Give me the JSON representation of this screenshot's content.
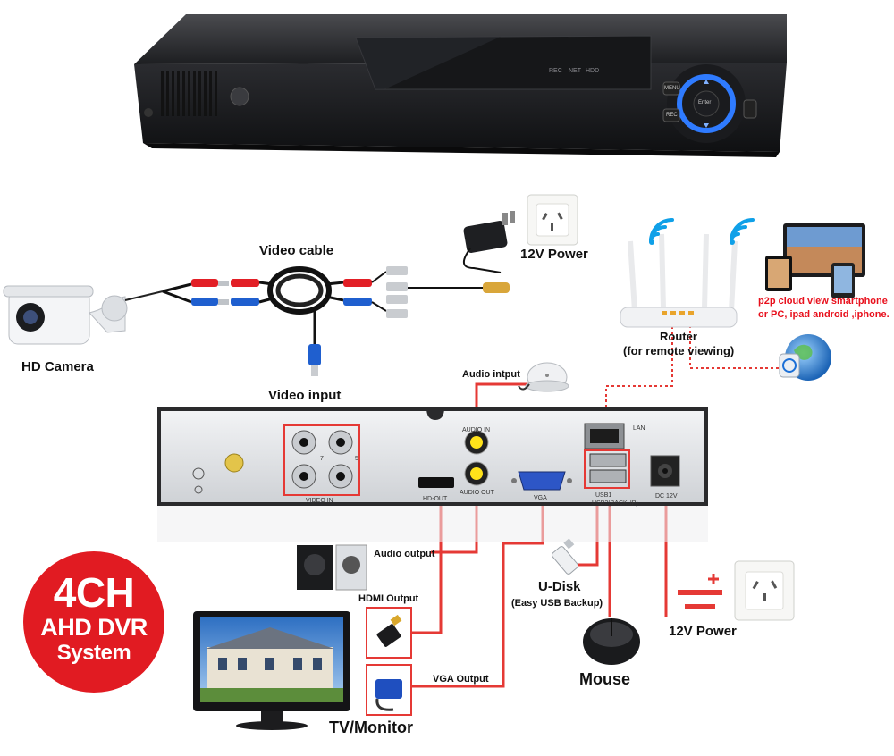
{
  "labels": {
    "hd_camera": "HD Camera",
    "video_cable": "Video cable",
    "video_input": "Video input",
    "power_top": "12V Power",
    "router": "Router",
    "router_sub": "(for remote viewing)",
    "p2p_line1": "p2p cloud  view smartphone",
    "p2p_line2": "or PC, ipad android ,iphone.",
    "audio_input": "Audio intput",
    "audio_output": "Audio output",
    "hdmi_output": "HDMI Output",
    "vga_output": "VGA Output",
    "udisk": "U-Disk",
    "udisk_sub": "(Easy USB Backup)",
    "mouse": "Mouse",
    "power_bottom": "12V Power",
    "tv_monitor": "TV/Monitor"
  },
  "badge": {
    "line1": "4CH",
    "line2": "AHD DVR",
    "line3": "System",
    "color": "#e11b22"
  },
  "dvr_front": {
    "indicators": [
      "REC",
      "NET",
      "HDD"
    ],
    "buttons": [
      "MENU",
      "REC"
    ],
    "center_button": "Enter"
  },
  "dvr_rear": {
    "video_in": "VIDEO IN",
    "hd_out": "HD-OUT",
    "audio_in": "AUDIO IN",
    "audio_out": "AUDIO OUT",
    "vga": "VGA",
    "lan": "LAN",
    "usb1": "USB1",
    "usb2": "USB2(BACKUP)",
    "dc": "DC 12V",
    "bnc_numbers": [
      "7",
      "5"
    ]
  },
  "colors": {
    "accent_red": "#e8101c",
    "line_red": "#e53935",
    "dvr_dark": "#2a2a2c",
    "front_blue": "#2f7bff"
  },
  "icons": [
    "camera-icon",
    "router-icon",
    "wifi-icon",
    "power-adapter-icon",
    "wall-socket-icon",
    "speaker-icon",
    "microphone-icon",
    "hdmi-plug-icon",
    "vga-plug-icon",
    "usb-flash-icon",
    "mouse-icon",
    "monitor-icon",
    "globe-icon",
    "smartphone-tablet-icon",
    "battery-symbol-icon"
  ]
}
